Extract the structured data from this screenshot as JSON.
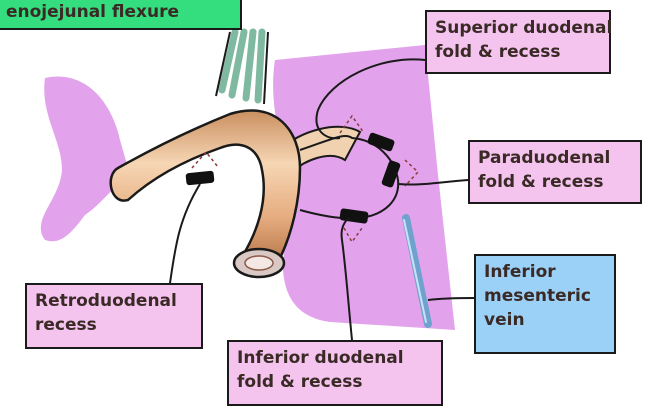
{
  "labels": {
    "duodenojejunal_flexure": "enojejunal flexure",
    "superior_fold": [
      "Superior duodenal",
      "fold & recess"
    ],
    "paraduodenal_fold": [
      "Paraduodenal",
      "fold & recess"
    ],
    "retroduodenal": [
      "Retroduodenal",
      "recess"
    ],
    "inferior_mesenteric_vein": [
      "Inferior",
      "mesenteric",
      "vein"
    ],
    "inferior_fold": [
      "Inferior duodenal",
      "fold & recess"
    ]
  },
  "colors": {
    "label_pink": "#f4c4ef",
    "label_blue": "#9bd0f7",
    "label_green": "#34dd7d",
    "peritoneum": "#e3a3ec",
    "duodenum": "#e9b98f",
    "vessel": "#6fa2cf",
    "outline": "#1a1a1a"
  }
}
